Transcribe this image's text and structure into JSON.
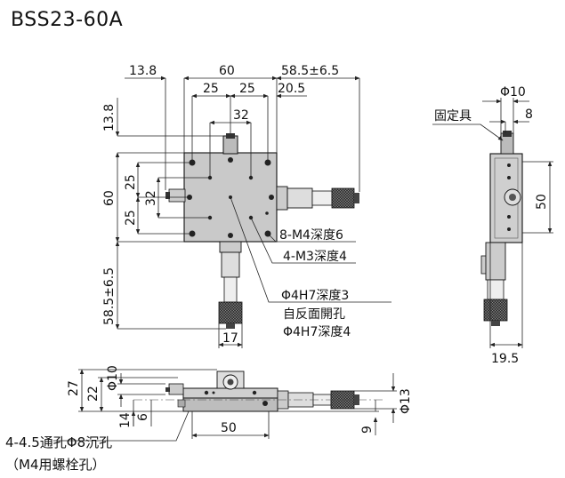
{
  "title": "BSS23-60A",
  "top_view": {
    "dims": {
      "left_offset": "13.8",
      "width": "60",
      "travel_x": "58.5±6.5",
      "hole_pitch_a": "25",
      "hole_pitch_b": "25",
      "right_gap": "20.5",
      "center_pitch": "32",
      "top_offset": "13.8",
      "height": "60",
      "vert_pitch_a": "25",
      "vert_pitch_b": "25",
      "vert_center": "32",
      "travel_y": "58.5±6.5",
      "micrometer_width": "17"
    },
    "callouts": {
      "m4": "8-M4深度6",
      "m3": "4-M3深度4",
      "phi_h7_a": "Φ4H7深度3",
      "reverse": "自反面開孔",
      "phi_h7_b": "Φ4H7深度4"
    }
  },
  "side_view": {
    "dims": {
      "phi10": "Φ10",
      "fixture": "固定具",
      "w8": "8",
      "h50": "50",
      "w19_5": "19.5"
    }
  },
  "front_view": {
    "dims": {
      "h27": "27",
      "h22": "22",
      "phi10": "Φ10",
      "h14": "14",
      "h6": "6",
      "w50": "50",
      "phi13": "Φ13",
      "h9": "9"
    },
    "callouts": {
      "through_hole": "4-4.5通孔Φ8沉孔",
      "bolt_hole": "（M4用螺栓孔）"
    }
  }
}
